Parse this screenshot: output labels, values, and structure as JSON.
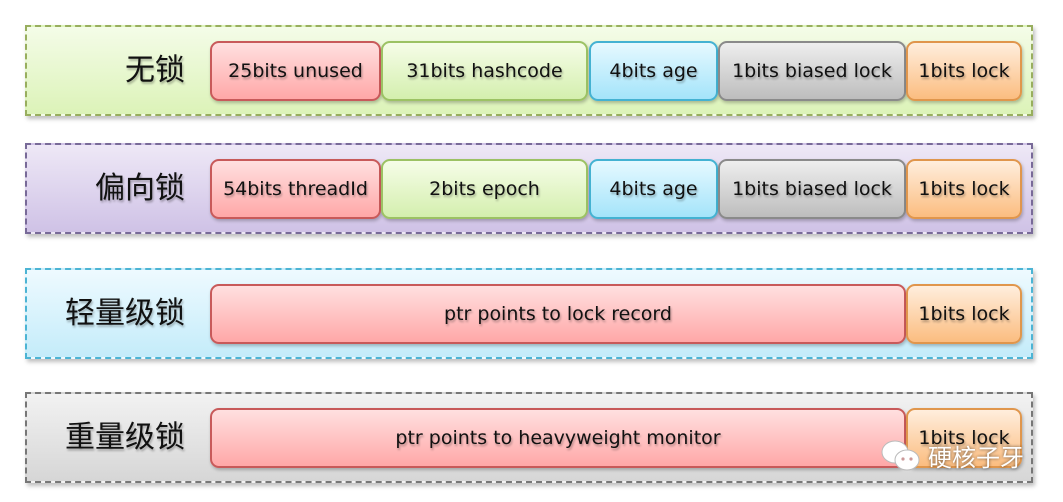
{
  "rows": [
    {
      "label": "无锁",
      "cells": [
        {
          "text": "25bits unused",
          "color": "red"
        },
        {
          "text": "31bits hashcode",
          "color": "green"
        },
        {
          "text": "4bits age",
          "color": "blue"
        },
        {
          "text": "1bits biased lock",
          "color": "gray"
        },
        {
          "text": "1bits lock",
          "color": "orange"
        }
      ]
    },
    {
      "label": "偏向锁",
      "cells": [
        {
          "text": "54bits threadId",
          "color": "red"
        },
        {
          "text": "2bits epoch",
          "color": "green"
        },
        {
          "text": "4bits age",
          "color": "blue"
        },
        {
          "text": "1bits biased lock",
          "color": "gray"
        },
        {
          "text": "1bits lock",
          "color": "orange"
        }
      ]
    },
    {
      "label": "轻量级锁",
      "cells": [
        {
          "text": "ptr points to lock record",
          "color": "red"
        },
        {
          "text": "1bits lock",
          "color": "orange"
        }
      ]
    },
    {
      "label": "重量级锁",
      "cells": [
        {
          "text": "ptr points to heavyweight monitor",
          "color": "red"
        },
        {
          "text": "1bits lock",
          "color": "orange"
        }
      ]
    }
  ],
  "watermark": {
    "icon": "wechat-icon",
    "text": "硬核子牙"
  }
}
